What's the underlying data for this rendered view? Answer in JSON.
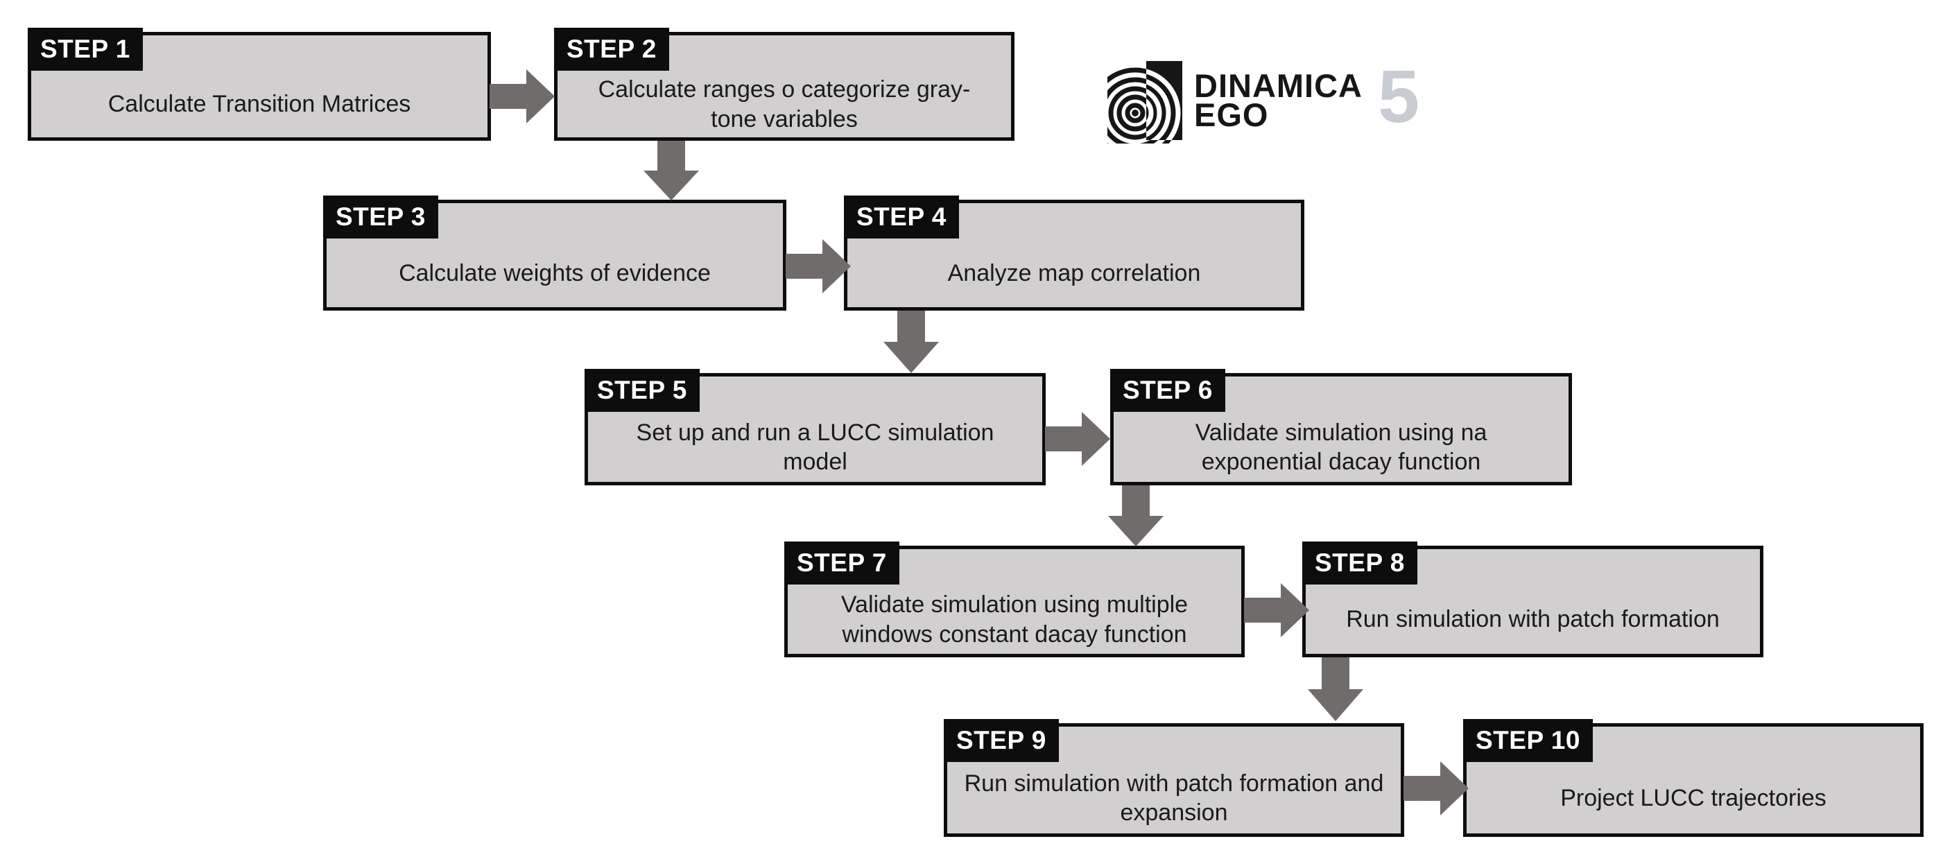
{
  "steps": [
    {
      "label": "STEP 1",
      "text": "Calculate Transition Matrices"
    },
    {
      "label": "STEP 2",
      "text": "Calculate ranges o categorize gray-tone variables"
    },
    {
      "label": "STEP 3",
      "text": "Calculate weights of evidence"
    },
    {
      "label": "STEP 4",
      "text": "Analyze map correlation"
    },
    {
      "label": "STEP 5",
      "text": "Set up and run a LUCC simulation model"
    },
    {
      "label": "STEP 6",
      "text": "Validate simulation using na exponential dacay function"
    },
    {
      "label": "STEP 7",
      "text": "Validate simulation using multiple windows constant dacay function"
    },
    {
      "label": "STEP 8",
      "text": "Run simulation with patch formation"
    },
    {
      "label": "STEP 9",
      "text": "Run simulation with patch formation and expansion"
    },
    {
      "label": "STEP 10",
      "text": "Project LUCC trajectories"
    }
  ],
  "connections": [
    {
      "from": "STEP 1",
      "to": "STEP 2",
      "direction": "right"
    },
    {
      "from": "STEP 2",
      "to": "STEP 3",
      "direction": "down"
    },
    {
      "from": "STEP 3",
      "to": "STEP 4",
      "direction": "right"
    },
    {
      "from": "STEP 4",
      "to": "STEP 5",
      "direction": "down"
    },
    {
      "from": "STEP 5",
      "to": "STEP 6",
      "direction": "right"
    },
    {
      "from": "STEP 6",
      "to": "STEP 7",
      "direction": "down"
    },
    {
      "from": "STEP 7",
      "to": "STEP 8",
      "direction": "right"
    },
    {
      "from": "STEP 8",
      "to": "STEP 9",
      "direction": "down"
    },
    {
      "from": "STEP 9",
      "to": "STEP 10",
      "direction": "right"
    }
  ],
  "logo": {
    "name": "DINAMICA",
    "sub": "EGO",
    "version": "5"
  },
  "colors": {
    "box_fill": "#d1cfcf",
    "box_border": "#0d0d0d",
    "tab_bg": "#0d0d0d",
    "tab_text": "#ffffff",
    "step_text": "#1a1a1a",
    "arrow": "#716c6c",
    "logo_text": "#161616",
    "version_text": "#c8cbd2",
    "page_bg": "#ffffff"
  }
}
